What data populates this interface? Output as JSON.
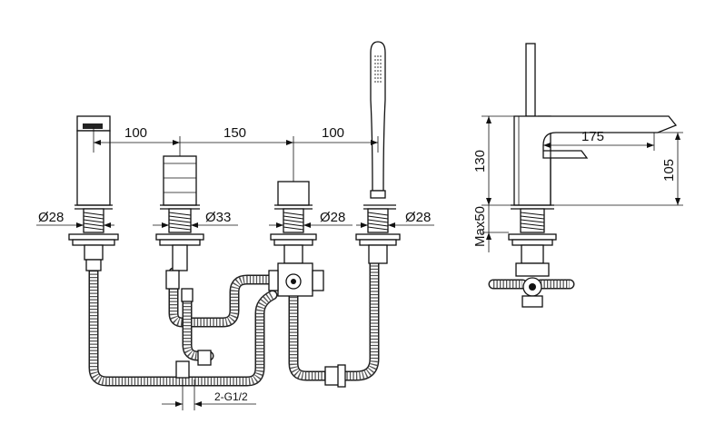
{
  "dimensions": {
    "spacing_left": "100",
    "spacing_middle": "150",
    "spacing_right": "100",
    "dia_1": "Ø28",
    "dia_2": "Ø33",
    "dia_3": "Ø28",
    "dia_4": "Ø28",
    "connection": "2-G1/2",
    "height_body": "130",
    "max_thickness": "Max50",
    "spout_reach": "175",
    "spout_height": "105"
  }
}
